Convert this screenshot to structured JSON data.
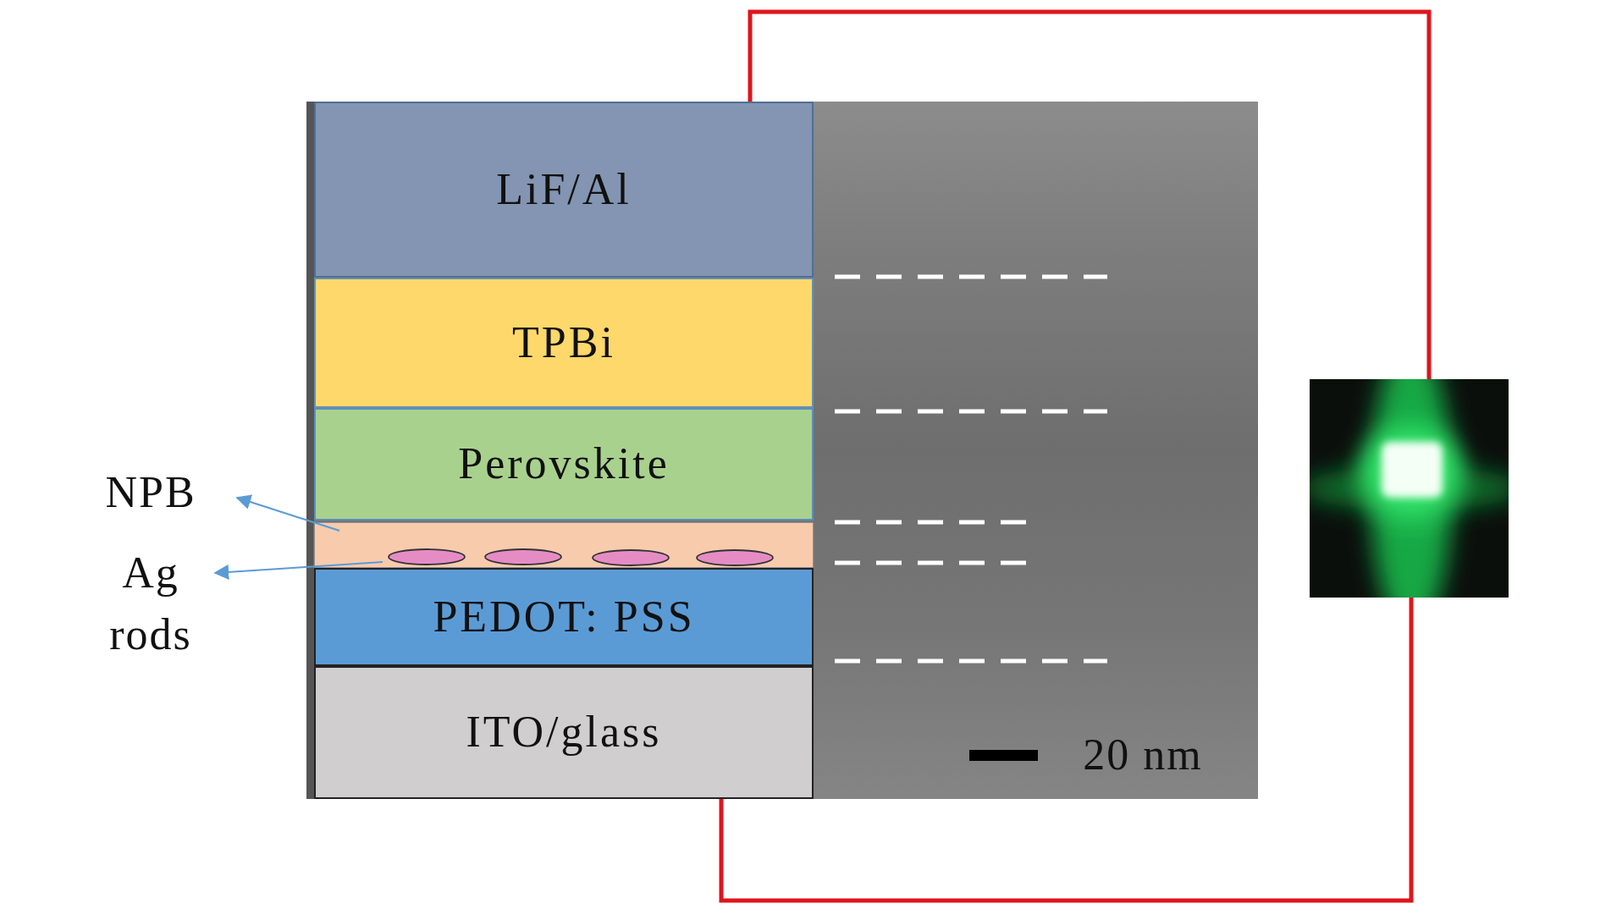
{
  "diagram": {
    "nodes": [
      {
        "text": [
          "LiF/Al"
        ]
      },
      {
        "text": [
          "TPBi"
        ]
      },
      {
        "text": [
          "Perovskite"
        ]
      },
      {
        "text": [
          "PEDOT: PSS"
        ]
      },
      {
        "text": [
          "ITO/glass"
        ]
      }
    ],
    "edges": [
      {
        "from": 0,
        "to": 4,
        "arrow": "none"
      }
    ],
    "labels": [
      "NPB",
      "Ag rods",
      "20 nm"
    ]
  }
}
